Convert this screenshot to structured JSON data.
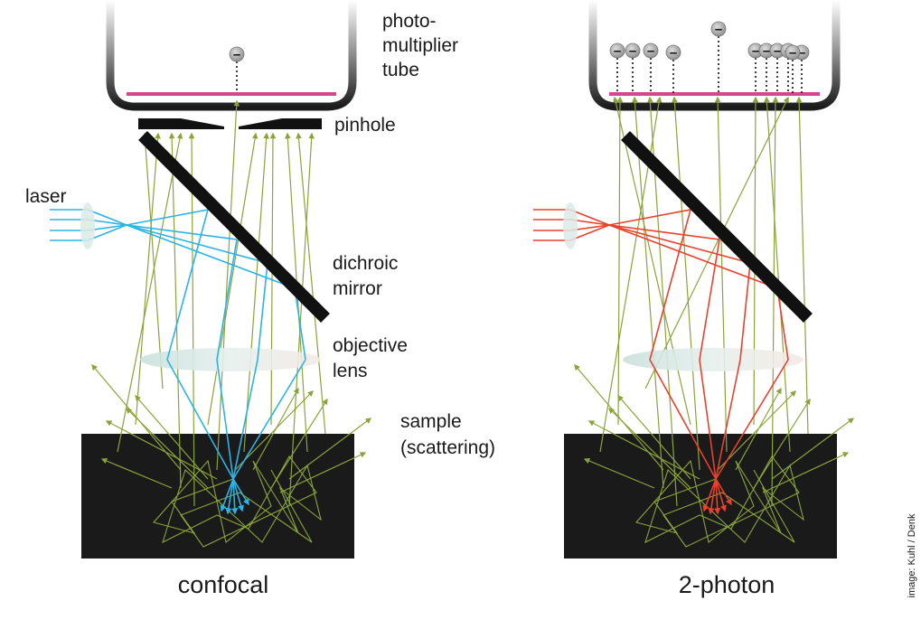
{
  "labels": {
    "pmt_line1": "photo-",
    "pmt_line2": "multiplier",
    "pmt_line3": "tube",
    "pinhole": "pinhole",
    "laser": "laser",
    "mirror_line1": "dichroic",
    "mirror_line2": "mirror",
    "objective_line1": "objective",
    "objective_line2": "lens",
    "sample_line1": "sample",
    "sample_line2": "(scattering)"
  },
  "panels": [
    {
      "caption": "confocal",
      "detected_electrons": 1,
      "laser_color": "#2bb3e6"
    },
    {
      "caption": "2-photon",
      "detected_electrons": 11,
      "laser_color": "#e8412c"
    }
  ],
  "electron_symbol": "–",
  "credit": "image: Kuhl / Denk",
  "colors": {
    "fluorescence": "#8aa43a",
    "cathode": "#d4478c",
    "sample": "#1a1a1a",
    "electron": "#9a9a9a",
    "lens": "#dceae6"
  }
}
